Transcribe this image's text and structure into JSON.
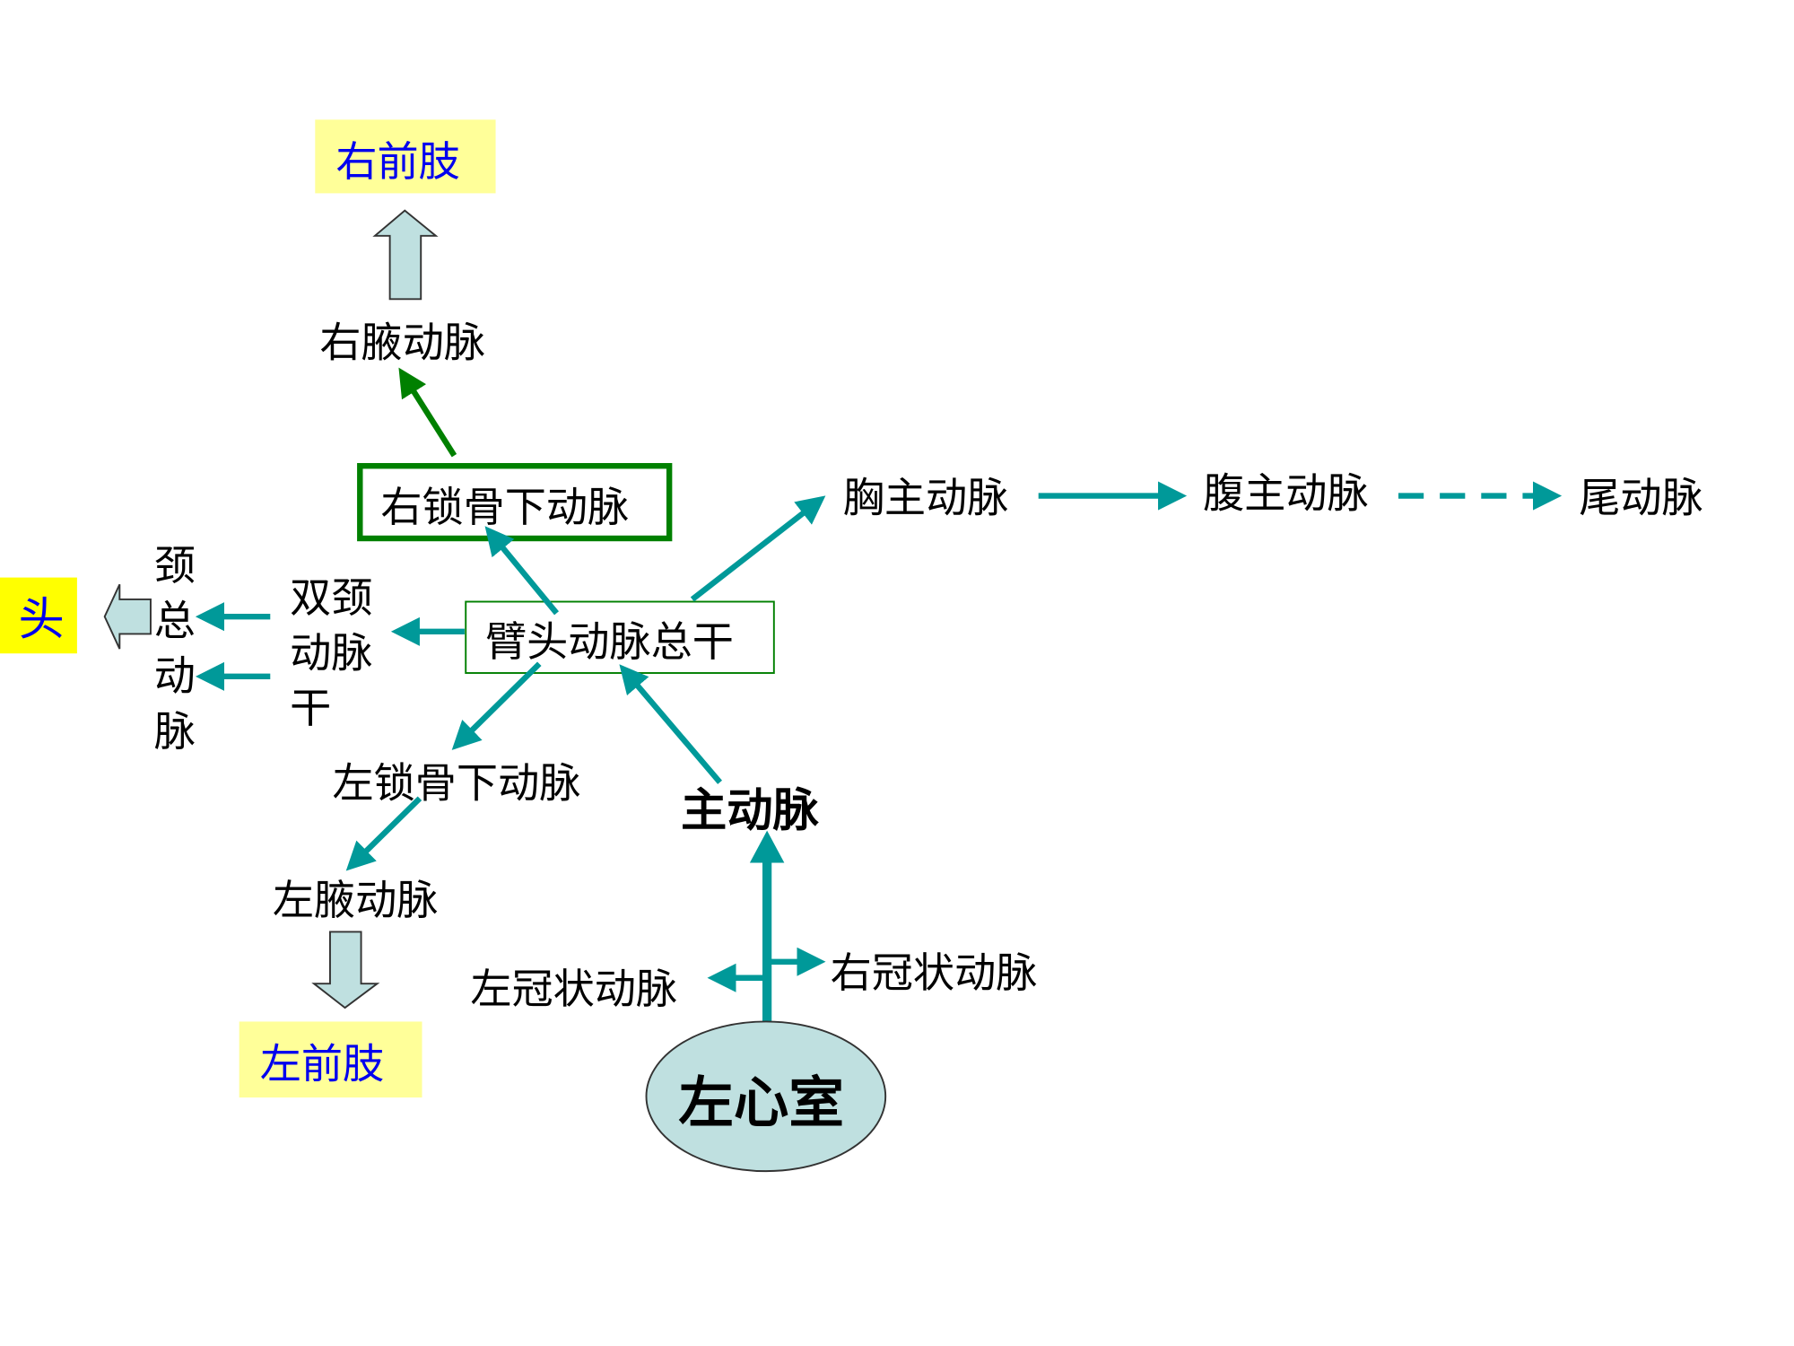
{
  "colors": {
    "teal": "#009999",
    "green": "#008000",
    "yellow_light": "#ffff99",
    "yellow": "#ffff00",
    "pale_blue": "#bfe0e0",
    "text_blue": "#0000ee"
  },
  "nodes": {
    "right_forelimb": "右前肢",
    "right_axillary": "右腋动脉",
    "right_subclavian": "右锁骨下动脉",
    "thoracic_aorta": "胸主动脉",
    "abdominal_aorta": "腹主动脉",
    "caudal_artery": "尾动脉",
    "head": "头",
    "common_carotid": [
      "颈",
      "总",
      "动",
      "脉"
    ],
    "bicarotid_trunk": [
      "双颈",
      "动脉",
      "干"
    ],
    "brachiocephalic_trunk": "臂头动脉总干",
    "left_subclavian": "左锁骨下动脉",
    "aorta": "主动脉",
    "left_axillary": "左腋动脉",
    "left_forelimb": "左前肢",
    "left_coronary": "左冠状动脉",
    "right_coronary": "右冠状动脉",
    "left_ventricle": "左心室"
  }
}
